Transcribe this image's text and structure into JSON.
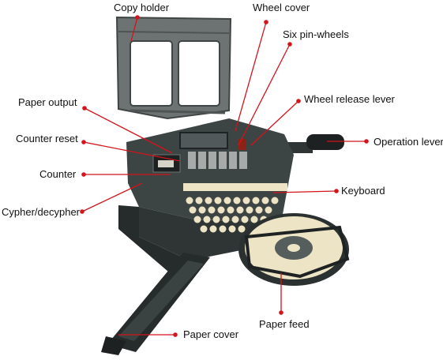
{
  "labels": {
    "copy_holder": "Copy holder",
    "wheel_cover": "Wheel cover",
    "six_pin_wheels": "Six pin-wheels",
    "paper_output": "Paper output",
    "wheel_release_lever": "Wheel release lever",
    "counter_reset": "Counter reset",
    "operation_lever": "Operation lever",
    "counter": "Counter",
    "keyboard": "Keyboard",
    "cypher_decypher": "Cypher/decypher",
    "paper_feed": "Paper feed",
    "paper_cover": "Paper cover"
  },
  "colors": {
    "leader_line": "#d2141b",
    "machine_body": "#3d4444",
    "machine_dark": "#262b2b",
    "key_cream": "#ece4c4",
    "copy_holder_frame": "#6d7272"
  }
}
